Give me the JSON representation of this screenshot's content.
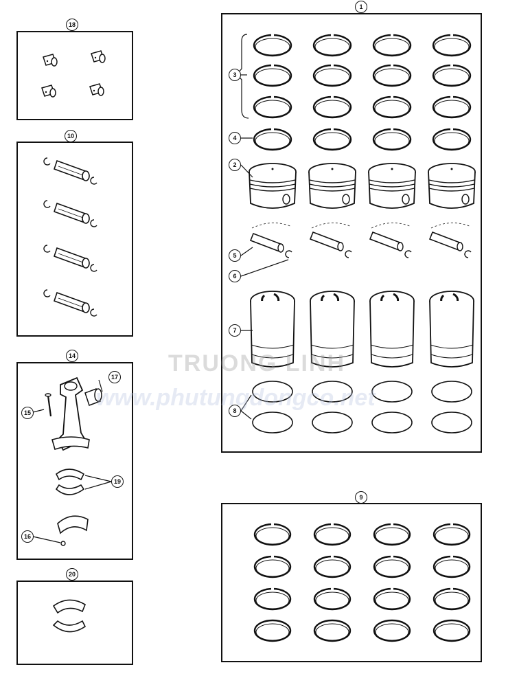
{
  "callouts": {
    "c1": "1",
    "c2": "2",
    "c3": "3",
    "c4": "4",
    "c5": "5",
    "c6": "6",
    "c7": "7",
    "c8": "8",
    "c9": "9",
    "c10": "10",
    "c14": "14",
    "c15": "15",
    "c16": "16",
    "c17": "17",
    "c18": "18",
    "c19": "19",
    "c20": "20"
  },
  "watermark": {
    "brand": "TRUONG LINH",
    "url": "www.phutungdongco.net"
  },
  "colors": {
    "ink": "#111111",
    "watermark": "#9a9a9a"
  }
}
